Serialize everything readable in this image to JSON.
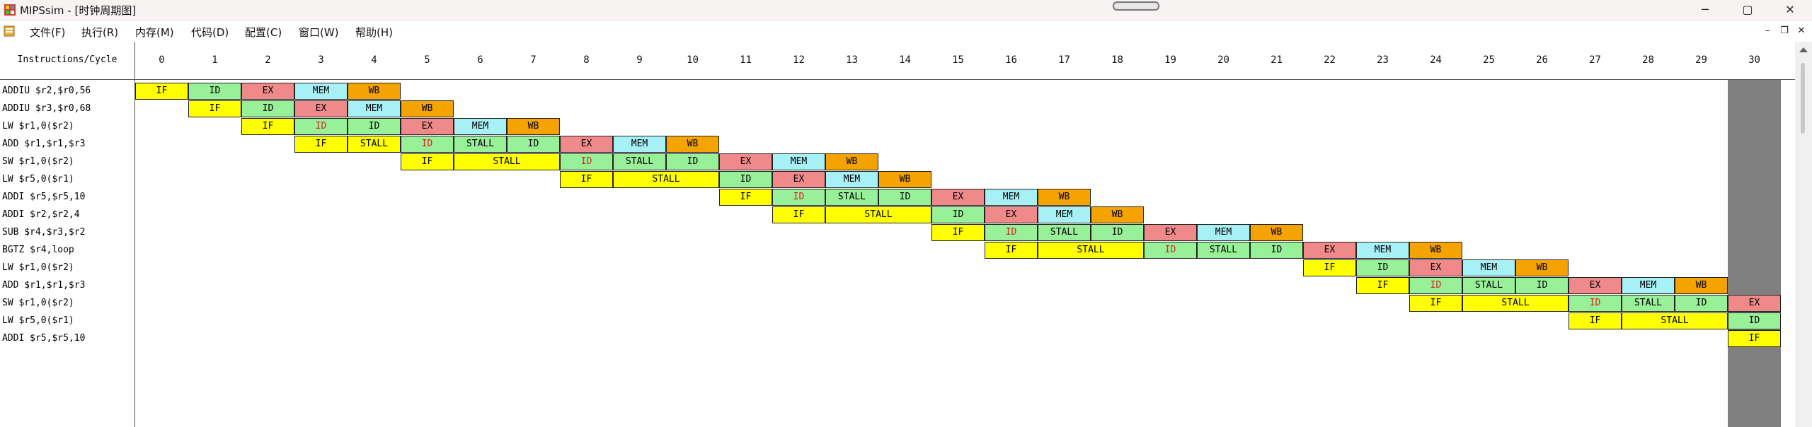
{
  "window": {
    "title": "MIPSsim - [时钟周期图]",
    "minimize_glyph": "─",
    "maximize_glyph": "▢",
    "close_glyph": "✕"
  },
  "menu": {
    "items": [
      "文件(F)",
      "执行(R)",
      "内存(M)",
      "代码(D)",
      "配置(C)",
      "窗口(W)",
      "帮助(H)"
    ],
    "mdi_minimize_glyph": "–",
    "mdi_restore_glyph": "❐",
    "mdi_close_glyph": "✕"
  },
  "diagram": {
    "column_header": "Instructions/Cycle",
    "current_cycle": 30,
    "cycles": [
      "0",
      "1",
      "2",
      "3",
      "4",
      "5",
      "6",
      "7",
      "8",
      "9",
      "10",
      "11",
      "12",
      "13",
      "14",
      "15",
      "16",
      "17",
      "18",
      "19",
      "20",
      "21",
      "22",
      "23",
      "24",
      "25",
      "26",
      "27",
      "28",
      "29",
      "30"
    ],
    "colors": {
      "IF": "#ffff00",
      "ID": "#98f098",
      "EX": "#f08a8a",
      "MEM": "#a6f0f6",
      "WB": "#f5a300",
      "STALL": "#ffff00",
      "highlight_text": "#e02020",
      "current_column": "#808080"
    },
    "rows": [
      {
        "instr": "ADDIU $r2,$r0,56",
        "stages": [
          {
            "label": "IF",
            "start": 0,
            "len": 1
          },
          {
            "label": "ID",
            "start": 1,
            "len": 1
          },
          {
            "label": "EX",
            "start": 2,
            "len": 1
          },
          {
            "label": "MEM",
            "start": 3,
            "len": 1
          },
          {
            "label": "WB",
            "start": 4,
            "len": 1
          }
        ]
      },
      {
        "instr": "ADDIU $r3,$r0,68",
        "stages": [
          {
            "label": "IF",
            "start": 1,
            "len": 1
          },
          {
            "label": "ID",
            "start": 2,
            "len": 1
          },
          {
            "label": "EX",
            "start": 3,
            "len": 1
          },
          {
            "label": "MEM",
            "start": 4,
            "len": 1
          },
          {
            "label": "WB",
            "start": 5,
            "len": 1
          }
        ]
      },
      {
        "instr": "LW $r1,0($r2)",
        "stages": [
          {
            "label": "IF",
            "start": 2,
            "len": 1
          },
          {
            "label": "ID",
            "start": 3,
            "len": 1,
            "hl": true
          },
          {
            "label": "ID",
            "start": 4,
            "len": 1
          },
          {
            "label": "EX",
            "start": 5,
            "len": 1
          },
          {
            "label": "MEM",
            "start": 6,
            "len": 1
          },
          {
            "label": "WB",
            "start": 7,
            "len": 1
          }
        ]
      },
      {
        "instr": "ADD $r1,$r1,$r3",
        "stages": [
          {
            "label": "IF",
            "start": 3,
            "len": 1
          },
          {
            "label": "STALL",
            "type": "IF",
            "start": 4,
            "len": 1
          },
          {
            "label": "ID",
            "start": 5,
            "len": 1,
            "hl": true
          },
          {
            "label": "STALL",
            "type": "ID",
            "start": 6,
            "len": 1
          },
          {
            "label": "ID",
            "start": 7,
            "len": 1
          },
          {
            "label": "EX",
            "start": 8,
            "len": 1
          },
          {
            "label": "MEM",
            "start": 9,
            "len": 1
          },
          {
            "label": "WB",
            "start": 10,
            "len": 1
          }
        ]
      },
      {
        "instr": "SW $r1,0($r2)",
        "stages": [
          {
            "label": "IF",
            "start": 5,
            "len": 1
          },
          {
            "label": "STALL",
            "type": "IF",
            "start": 6,
            "len": 2
          },
          {
            "label": "ID",
            "start": 8,
            "len": 1,
            "hl": true
          },
          {
            "label": "STALL",
            "type": "ID",
            "start": 9,
            "len": 1
          },
          {
            "label": "ID",
            "start": 10,
            "len": 1
          },
          {
            "label": "EX",
            "start": 11,
            "len": 1
          },
          {
            "label": "MEM",
            "start": 12,
            "len": 1
          },
          {
            "label": "WB",
            "start": 13,
            "len": 1
          }
        ]
      },
      {
        "instr": "LW $r5,0($r1)",
        "stages": [
          {
            "label": "IF",
            "start": 8,
            "len": 1
          },
          {
            "label": "STALL",
            "type": "IF",
            "start": 9,
            "len": 2
          },
          {
            "label": "ID",
            "start": 11,
            "len": 1
          },
          {
            "label": "EX",
            "start": 12,
            "len": 1
          },
          {
            "label": "MEM",
            "start": 13,
            "len": 1
          },
          {
            "label": "WB",
            "start": 14,
            "len": 1
          }
        ]
      },
      {
        "instr": "ADDI $r5,$r5,10",
        "stages": [
          {
            "label": "IF",
            "start": 11,
            "len": 1
          },
          {
            "label": "ID",
            "start": 12,
            "len": 1,
            "hl": true
          },
          {
            "label": "STALL",
            "type": "ID",
            "start": 13,
            "len": 1
          },
          {
            "label": "ID",
            "start": 14,
            "len": 1
          },
          {
            "label": "EX",
            "start": 15,
            "len": 1
          },
          {
            "label": "MEM",
            "start": 16,
            "len": 1
          },
          {
            "label": "WB",
            "start": 17,
            "len": 1
          }
        ]
      },
      {
        "instr": "ADDI $r2,$r2,4",
        "stages": [
          {
            "label": "IF",
            "start": 12,
            "len": 1
          },
          {
            "label": "STALL",
            "type": "IF",
            "start": 13,
            "len": 2
          },
          {
            "label": "ID",
            "start": 15,
            "len": 1
          },
          {
            "label": "EX",
            "start": 16,
            "len": 1
          },
          {
            "label": "MEM",
            "start": 17,
            "len": 1
          },
          {
            "label": "WB",
            "start": 18,
            "len": 1
          }
        ]
      },
      {
        "instr": "SUB $r4,$r3,$r2",
        "stages": [
          {
            "label": "IF",
            "start": 15,
            "len": 1
          },
          {
            "label": "ID",
            "start": 16,
            "len": 1,
            "hl": true
          },
          {
            "label": "STALL",
            "type": "ID",
            "start": 17,
            "len": 1
          },
          {
            "label": "ID",
            "start": 18,
            "len": 1
          },
          {
            "label": "EX",
            "start": 19,
            "len": 1
          },
          {
            "label": "MEM",
            "start": 20,
            "len": 1
          },
          {
            "label": "WB",
            "start": 21,
            "len": 1
          }
        ]
      },
      {
        "instr": "BGTZ $r4,loop",
        "stages": [
          {
            "label": "IF",
            "start": 16,
            "len": 1
          },
          {
            "label": "STALL",
            "type": "IF",
            "start": 17,
            "len": 2
          },
          {
            "label": "ID",
            "start": 19,
            "len": 1,
            "hl": true
          },
          {
            "label": "STALL",
            "type": "ID",
            "start": 20,
            "len": 1
          },
          {
            "label": "ID",
            "start": 21,
            "len": 1
          },
          {
            "label": "EX",
            "start": 22,
            "len": 1
          },
          {
            "label": "MEM",
            "start": 23,
            "len": 1
          },
          {
            "label": "WB",
            "start": 24,
            "len": 1
          }
        ]
      },
      {
        "instr": "LW $r1,0($r2)",
        "stages": [
          {
            "label": "IF",
            "start": 22,
            "len": 1
          },
          {
            "label": "ID",
            "start": 23,
            "len": 1
          },
          {
            "label": "EX",
            "start": 24,
            "len": 1
          },
          {
            "label": "MEM",
            "start": 25,
            "len": 1
          },
          {
            "label": "WB",
            "start": 26,
            "len": 1
          }
        ]
      },
      {
        "instr": "ADD $r1,$r1,$r3",
        "stages": [
          {
            "label": "IF",
            "start": 23,
            "len": 1
          },
          {
            "label": "ID",
            "start": 24,
            "len": 1,
            "hl": true
          },
          {
            "label": "STALL",
            "type": "ID",
            "start": 25,
            "len": 1
          },
          {
            "label": "ID",
            "start": 26,
            "len": 1
          },
          {
            "label": "EX",
            "start": 27,
            "len": 1
          },
          {
            "label": "MEM",
            "start": 28,
            "len": 1
          },
          {
            "label": "WB",
            "start": 29,
            "len": 1
          }
        ]
      },
      {
        "instr": "SW $r1,0($r2)",
        "stages": [
          {
            "label": "IF",
            "start": 24,
            "len": 1
          },
          {
            "label": "STALL",
            "type": "IF",
            "start": 25,
            "len": 2
          },
          {
            "label": "ID",
            "start": 27,
            "len": 1,
            "hl": true
          },
          {
            "label": "STALL",
            "type": "ID",
            "start": 28,
            "len": 1
          },
          {
            "label": "ID",
            "start": 29,
            "len": 1
          },
          {
            "label": "EX",
            "start": 30,
            "len": 1
          }
        ]
      },
      {
        "instr": "LW $r5,0($r1)",
        "stages": [
          {
            "label": "IF",
            "start": 27,
            "len": 1
          },
          {
            "label": "STALL",
            "type": "IF",
            "start": 28,
            "len": 2
          },
          {
            "label": "ID",
            "start": 30,
            "len": 1
          }
        ]
      },
      {
        "instr": "ADDI $r5,$r5,10",
        "stages": [
          {
            "label": "IF",
            "start": 30,
            "len": 1
          }
        ]
      }
    ]
  }
}
